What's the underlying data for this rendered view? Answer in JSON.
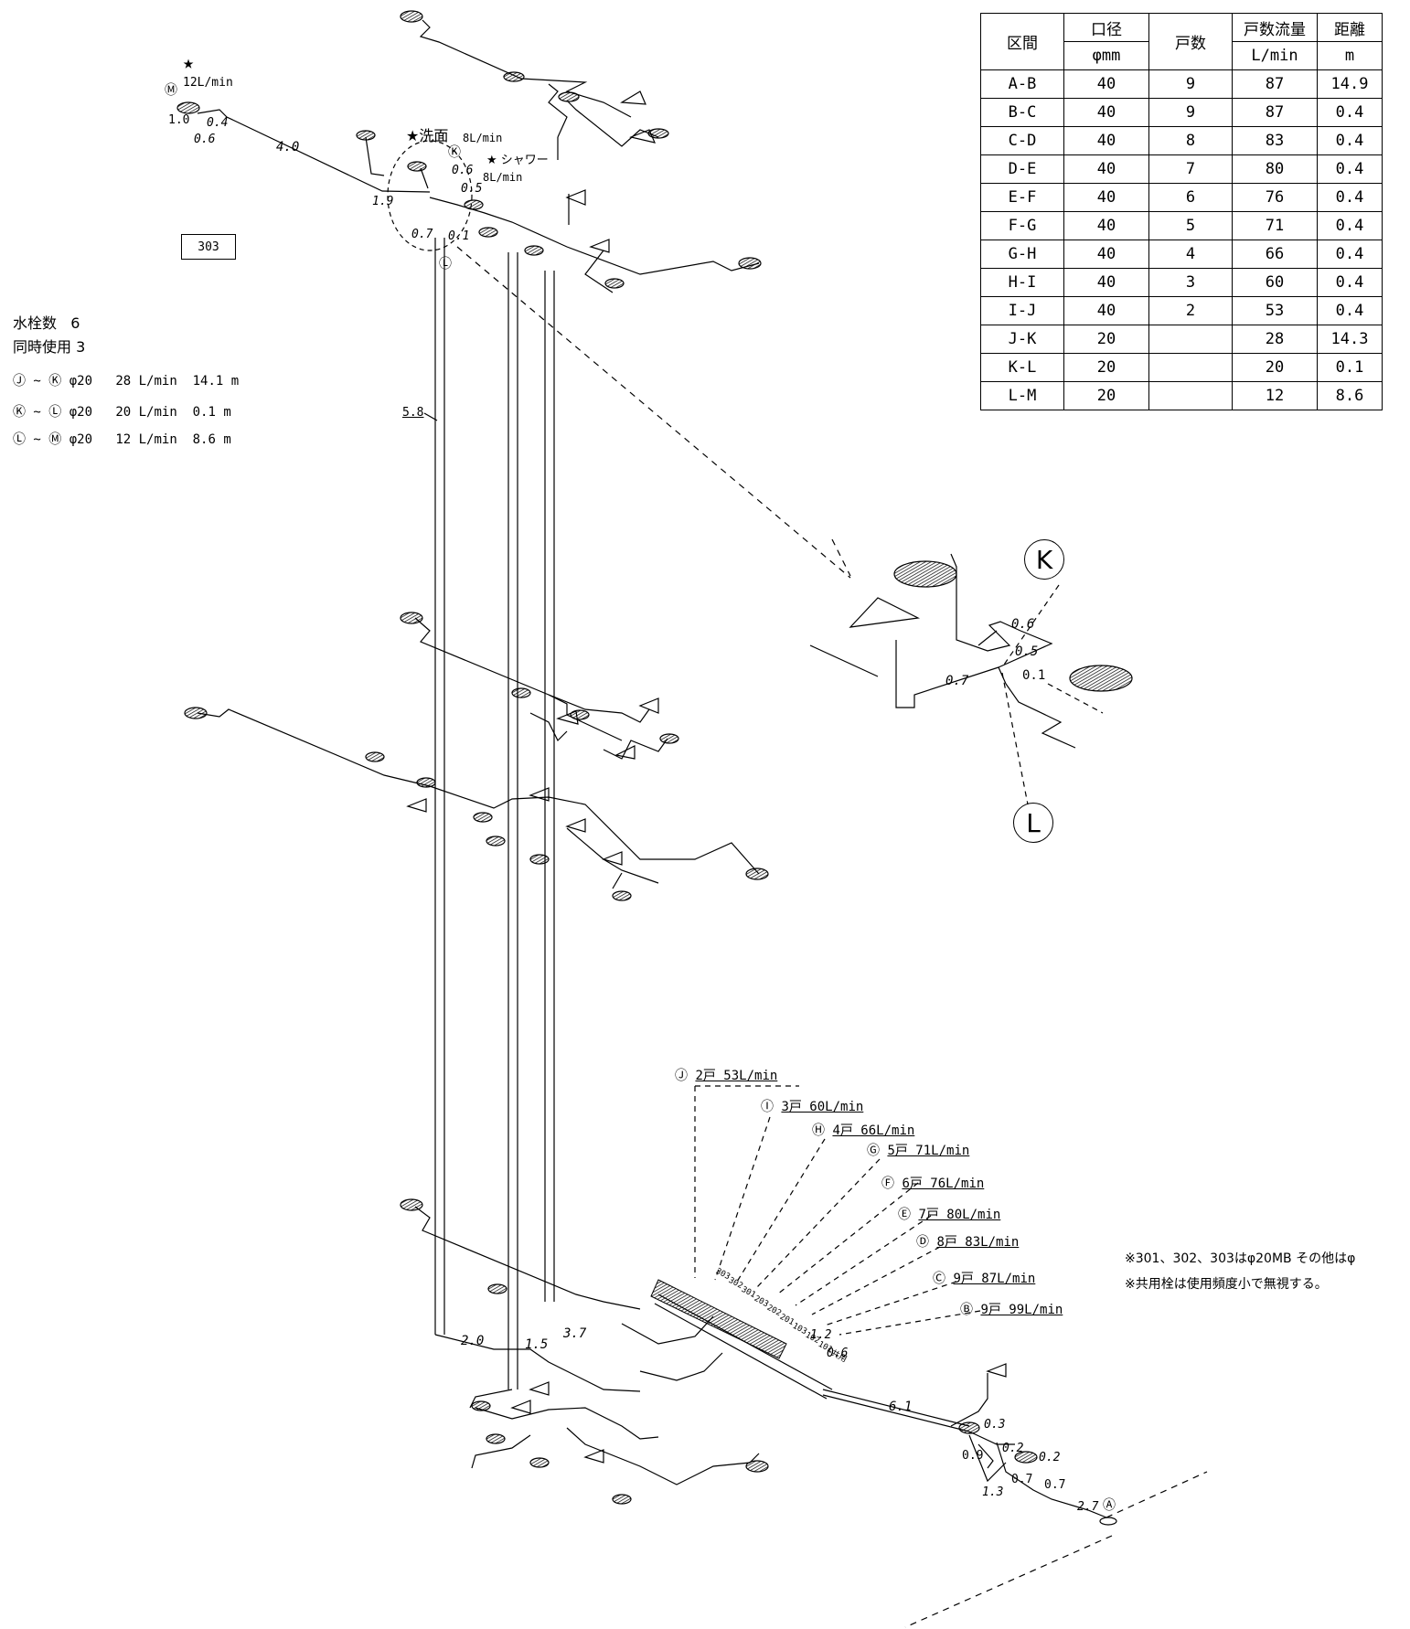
{
  "title_summary": {
    "room_label": "303",
    "faucet_count_label": "水栓数",
    "faucet_count": "6",
    "simul_label": "同時使用",
    "simul": "3",
    "rows": [
      {
        "range": "Ⓙ ~ Ⓚ φ20",
        "flow": "28 L/min",
        "len": "14.1 m"
      },
      {
        "range": "Ⓚ ~ Ⓛ φ20",
        "flow": "20 L/min",
        "len": "0.1 m"
      },
      {
        "range": "Ⓛ ~ Ⓜ φ20",
        "flow": "12 L/min",
        "len": "8.6 m"
      }
    ]
  },
  "flow_table": {
    "headers": [
      [
        "区間",
        ""
      ],
      [
        "口径",
        "φmm"
      ],
      [
        "戸数",
        ""
      ],
      [
        "戸数流量",
        "L/min"
      ],
      [
        "距離",
        "m"
      ]
    ],
    "rows": [
      [
        "A-B",
        "40",
        "9",
        "87",
        "14.9"
      ],
      [
        "B-C",
        "40",
        "9",
        "87",
        "0.4"
      ],
      [
        "C-D",
        "40",
        "8",
        "83",
        "0.4"
      ],
      [
        "D-E",
        "40",
        "7",
        "80",
        "0.4"
      ],
      [
        "E-F",
        "40",
        "6",
        "76",
        "0.4"
      ],
      [
        "F-G",
        "40",
        "5",
        "71",
        "0.4"
      ],
      [
        "G-H",
        "40",
        "4",
        "66",
        "0.4"
      ],
      [
        "H-I",
        "40",
        "3",
        "60",
        "0.4"
      ],
      [
        "I-J",
        "40",
        "2",
        "53",
        "0.4"
      ],
      [
        "J-K",
        "20",
        "",
        "28",
        "14.3"
      ],
      [
        "K-L",
        "20",
        "",
        "20",
        "0.1"
      ],
      [
        "L-M",
        "20",
        "",
        "12",
        "8.6"
      ]
    ]
  },
  "top_labels": {
    "star": "★",
    "m_mark": "Ⓜ",
    "m_flow": "12L/min",
    "washbasin": "★洗面",
    "washbasin_flow": "8L/min",
    "shower": "★ シャワー",
    "shower_flow": "8L/min",
    "k_mark": "Ⓚ",
    "l_mark": "Ⓛ",
    "d10": "1.0",
    "d04": "0.4",
    "d06": "0.6",
    "d40": "4.0",
    "d19": "1.9",
    "d07": "0.7",
    "d01": "0.1",
    "d06b": "0.6",
    "d05": "0.5",
    "d58": "5.8"
  },
  "detail": {
    "k": "K",
    "l": "L",
    "d06": "0.6",
    "d05": "0.5",
    "d01": "0.1",
    "d07": "0.7"
  },
  "nodes": [
    {
      "mark": "Ⓙ",
      "text": "2戸 53L/min"
    },
    {
      "mark": "Ⓘ",
      "text": "3戸 60L/min"
    },
    {
      "mark": "Ⓗ",
      "text": "4戸 66L/min"
    },
    {
      "mark": "Ⓖ",
      "text": "5戸 71L/min"
    },
    {
      "mark": "Ⓕ",
      "text": "6戸 76L/min"
    },
    {
      "mark": "Ⓔ",
      "text": "7戸 80L/min"
    },
    {
      "mark": "Ⓓ",
      "text": "8戸 83L/min"
    },
    {
      "mark": "Ⓒ",
      "text": "9戸 87L/min"
    },
    {
      "mark": "Ⓑ",
      "text": "9戸 99L/min"
    }
  ],
  "riser_labels": [
    "303",
    "302",
    "301",
    "203",
    "202",
    "201",
    "103",
    "102",
    "101",
    "共用"
  ],
  "bottom_labels": {
    "d20": "2.0",
    "d15": "1.5",
    "d37": "3.7",
    "d12": "1.2",
    "d06": "0.6",
    "d61": "6.1",
    "d03": "0.3",
    "d09": "0.9",
    "d02a": "0.2",
    "d02b": "0.2",
    "d07a": "0.7",
    "d07b": "0.7",
    "d13": "1.3",
    "d27": "2.7",
    "a_mark": "Ⓐ"
  },
  "notes": [
    "※301、302、303はφ20MB その他はφ",
    "※共用栓は使用頻度小で無視する。"
  ]
}
